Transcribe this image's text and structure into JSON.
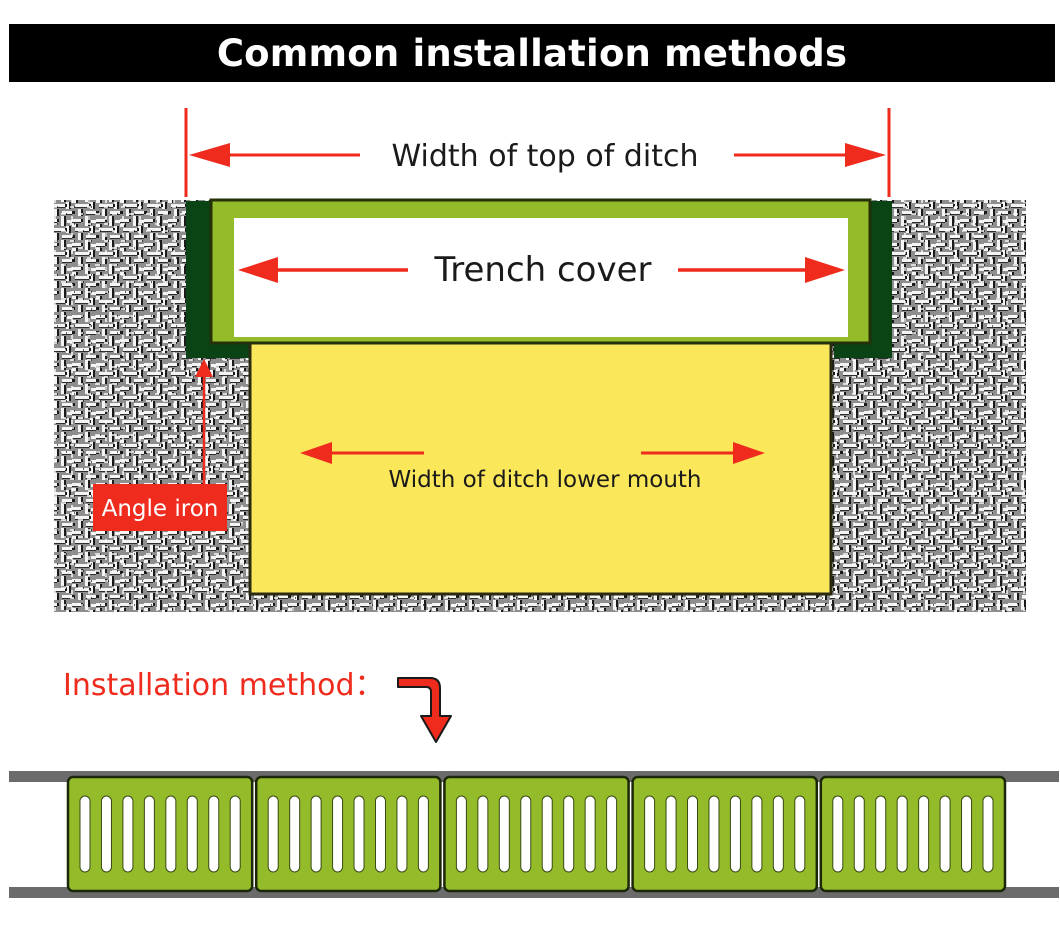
{
  "title": "Common installation methods",
  "labels": {
    "top_width": "Width of top of ditch",
    "trench_cover": "Trench cover",
    "lower_width": "Width of ditch lower mouth",
    "angle_iron": "Angle iron",
    "installation_method": "Installation method："
  },
  "icons": {
    "bent_arrow": "bent-arrow-down-icon",
    "dimension_arrow": "arrow-icon"
  },
  "grating": {
    "panel_count": 5,
    "slots_per_panel": 8
  },
  "colors": {
    "title_bg": "#000000",
    "title_text": "#ffffff",
    "arrow_red": "#ee2b1d",
    "cover_green": "#94bb29",
    "angle_iron_dark_green": "#0a4414",
    "trench_yellow": "#fbe75a",
    "rail_gray": "#6b6b6b"
  }
}
